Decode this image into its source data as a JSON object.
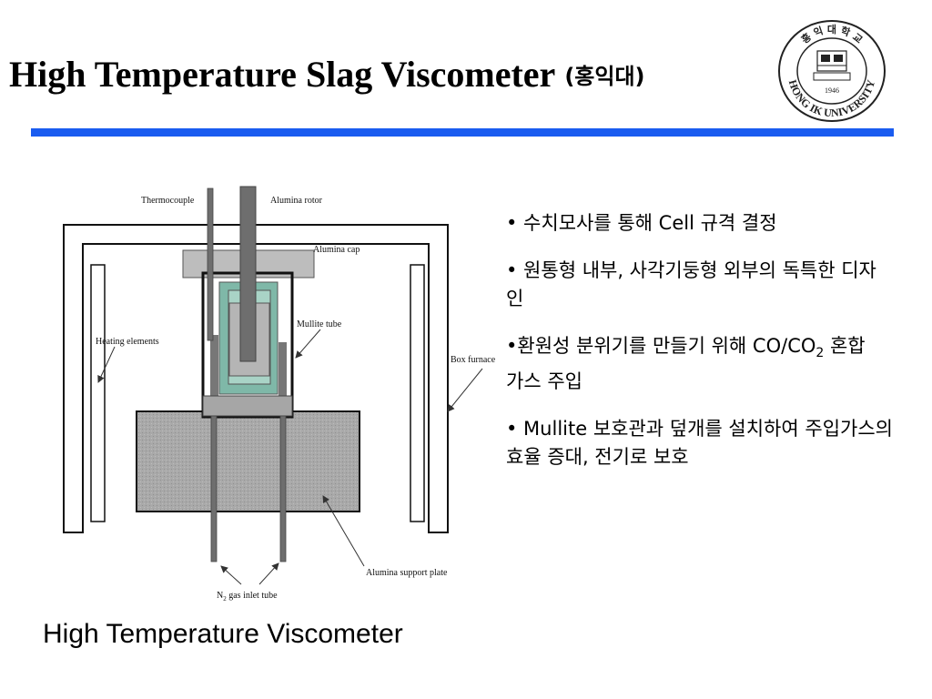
{
  "title": {
    "main": "High Temperature Slag Viscometer",
    "korean": "(홍익대)"
  },
  "logo": {
    "ring_top": "홍 익 대 학 교",
    "ring_bottom": "HONG IK UNIVERSITY",
    "year": "1946"
  },
  "diagram": {
    "labels": {
      "thermocouple": "Thermocouple",
      "alumina_rotor": "Alumina rotor",
      "alumina_cap": "Alumina cap",
      "mullite_tube": "Mullite tube",
      "heating_elements": "Heating elements",
      "box_furnace": "Box furnace",
      "alumina_support_plate": "Alumina support plate",
      "n2_sym": "N",
      "n2_sub": "2",
      "n2_rest": " gas inlet tube"
    }
  },
  "bullets": [
    {
      "text": "• 수치모사를 통해 Cell  규격 결정"
    },
    {
      "text": "• 원통형 내부, 사각기둥형 외부의 독특한 디자인"
    },
    {
      "pre": "•환원성 분위기를 만들기 위해 CO/CO",
      "sub": "2",
      "post": " 혼합 가스 주입"
    },
    {
      "text": "• Mullite 보호관과 덮개를 설치하여 주입가스의 효율 증대, 전기로 보호"
    }
  ],
  "caption": "High Temperature Viscometer",
  "colors": {
    "rule": "#1a5cf0",
    "mullite": "#7fb8a8",
    "support_plate": "#a8a8a8"
  }
}
